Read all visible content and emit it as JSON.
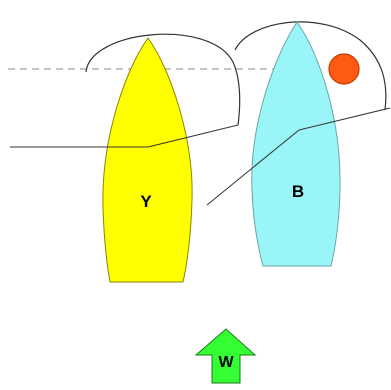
{
  "diagram": {
    "boats": [
      {
        "id": "yellow",
        "label": "Y",
        "fill": "#ffff00",
        "stroke": "#888800"
      },
      {
        "id": "blue",
        "label": "B",
        "fill": "#99f5f7",
        "stroke": "#6aa7aa"
      }
    ],
    "mark": {
      "fill": "#ff5a14",
      "stroke": "#c23a00",
      "icon": "buoy-mark"
    },
    "wind": {
      "label": "W",
      "fill": "#33ff33",
      "stroke": "#1a7a1a",
      "icon": "wind-arrow"
    },
    "lines": {
      "zone_color": "#333333",
      "dashed_color": "#8a8a8a"
    }
  }
}
